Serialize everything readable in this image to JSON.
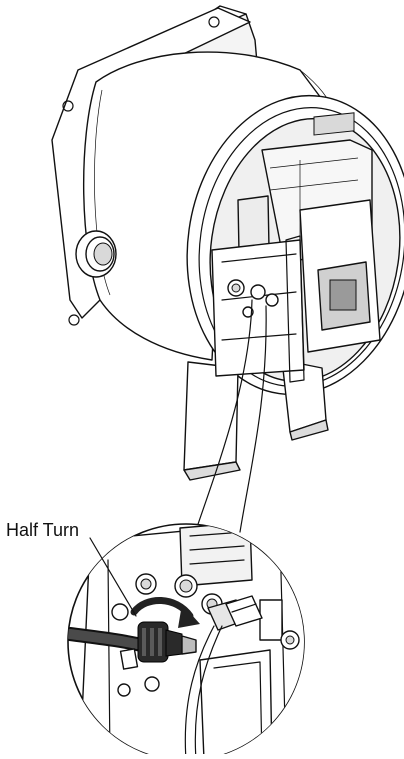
{
  "annotation": {
    "label": "Half Turn",
    "arrow_color": "#222222"
  },
  "icons": [
    "motor-housing",
    "circuit-boards",
    "detail-magnifier-circle",
    "cable-connector",
    "rotation-arrow"
  ]
}
